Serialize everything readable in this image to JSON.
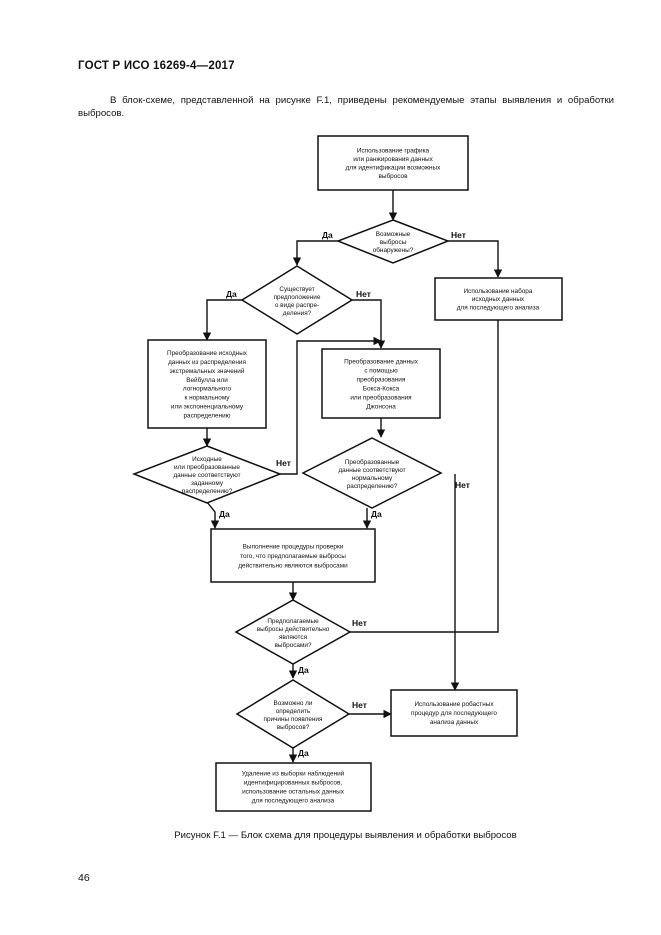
{
  "header": {
    "standard": "ГОСТ Р ИСО 16269-4—2017"
  },
  "intro": "В блок-схеме, представленной на рисунке F.1, приведены рекомендуемые этапы выявления и обработки выбросов.",
  "flowchart": {
    "start": [
      "Использование графика",
      "или ранжирования данных",
      "для идентификации возможных",
      "выбросов"
    ],
    "decision_outliers": [
      "Возможные",
      "выбросы",
      "обнаружены?"
    ],
    "decision_distribution": [
      "Существует",
      "предположение",
      "о виде распре-",
      "деления?"
    ],
    "box_raw_data": [
      "Использование набора",
      "исходных данных",
      "для последующего анализа"
    ],
    "box_transform_extreme": [
      "Преобразование исходных",
      "данных из распределения",
      "экстремальных значений",
      "Вейбулла или",
      "логнормального",
      "к нормальному",
      "или экспоненциальному",
      "распределению"
    ],
    "box_transform_boxcox": [
      "Преобразование данных",
      "с помощью",
      "преобразования",
      "Бокса-Кокса",
      "или преобразования",
      "Джонсона"
    ],
    "decision_fit_left": [
      "Исходные",
      "или преобразованные",
      "данные соответствуют",
      "заданному",
      "распределению?"
    ],
    "decision_fit_right": [
      "Преобразованные",
      "данные соответствуют",
      "нормальному",
      "распределению?"
    ],
    "box_verify": [
      "Выполнение процедуры проверки",
      "того, что предполагаемые выбросы",
      "действительно являются выбросами"
    ],
    "decision_really": [
      "Предполагаемые",
      "выбросы действительно",
      "являются",
      "выбросами?"
    ],
    "decision_cause": [
      "Возможно ли",
      "определить",
      "причины появления",
      "выбросов?"
    ],
    "box_robust": [
      "Использование робастных",
      "процедур для последующего",
      "анализа данных"
    ],
    "box_remove": [
      "Удаление из выборки наблюдений",
      "идентифицированных выбросов,",
      "использование остальных данных",
      "для последующего анализа"
    ],
    "labels": {
      "yes": "Да",
      "no": "Нет"
    }
  },
  "caption": "Рисунок F.1 — Блок схема для процедуры выявления и обработки выбросов",
  "page_number": "46"
}
